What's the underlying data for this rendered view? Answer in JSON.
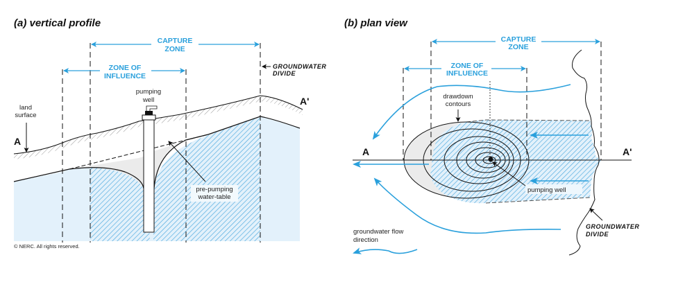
{
  "colors": {
    "accent_blue": "#2aa0dc",
    "water_light": "#e3f1fb",
    "hatch_blue": "#5bb4e3",
    "cone_grey": "#ebebeb",
    "ink": "#111111"
  },
  "panel_a": {
    "title": "(a) vertical profile",
    "capture_zone_line1": "CAPTURE",
    "capture_zone_line2": "ZONE",
    "zone_influence_line1": "ZONE OF",
    "zone_influence_line2": "INFLUENCE",
    "divide_line1": "GROUNDWATER",
    "divide_line2": "DIVIDE",
    "well_line1": "pumping",
    "well_line2": "well",
    "land_line1": "land",
    "land_line2": "surface",
    "section_start": "A",
    "section_end": "A'",
    "prepumping_line1": "pre-pumping",
    "prepumping_line2": "water-table",
    "copyright": "© NERC. All rights reserved."
  },
  "panel_b": {
    "title": "(b) plan view",
    "capture_zone_line1": "CAPTURE",
    "capture_zone_line2": "ZONE",
    "zone_influence_line1": "ZONE OF",
    "zone_influence_line2": "INFLUENCE",
    "contours_line1": "drawdown",
    "contours_line2": "contours",
    "section_start": "A",
    "section_end": "A'",
    "well_label": "pumping well",
    "flow_line1": "groundwater flow",
    "flow_line2": "direction",
    "divide_line1": "GROUNDWATER",
    "divide_line2": "DIVIDE"
  }
}
